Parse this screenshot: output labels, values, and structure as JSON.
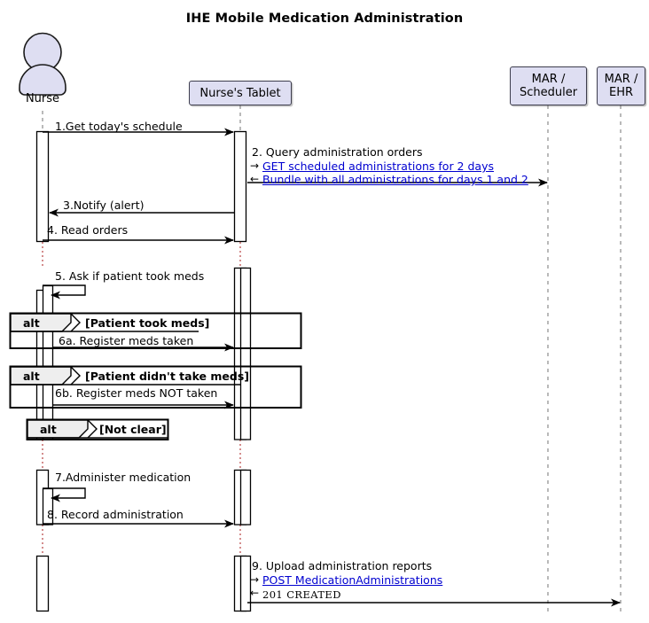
{
  "diagram": {
    "title": "IHE Mobile Medication Administration",
    "type": "uml-sequence-diagram",
    "colors": {
      "participant_fill": "#DEDEF2",
      "participant_border": "#3D3D4D",
      "link": "#0000D0",
      "line": "#000000",
      "alt_header_fill": "#EEEEEE",
      "background": "#FFFFFF"
    }
  },
  "participants": [
    {
      "id": "nurse",
      "label": "Nurse",
      "kind": "actor",
      "icon": "person-actor-icon"
    },
    {
      "id": "tablet",
      "label": "Nurse's Tablet",
      "kind": "participant"
    },
    {
      "id": "mar_scheduler",
      "label": "MAR /\nScheduler",
      "label_line1": "MAR /",
      "label_line2": "Scheduler",
      "kind": "participant"
    },
    {
      "id": "mar_ehr",
      "label": "MAR /\nEHR",
      "label_line1": "MAR /",
      "label_line2": "EHR",
      "kind": "participant"
    }
  ],
  "messages": [
    {
      "number": "1.",
      "label": "1.Get today's schedule",
      "from": "nurse",
      "to": "tablet",
      "arrow": "solid-filled"
    },
    {
      "number": "2.",
      "label": "2. Query administration orders",
      "from": "tablet",
      "to": "mar_scheduler",
      "arrow": "solid-filled",
      "notes": [
        {
          "direction": "right",
          "glyph": "→",
          "text": "GET scheduled administrations for 2 days",
          "link": true
        },
        {
          "direction": "left",
          "glyph": "←",
          "text": "Bundle with all administrations for days 1 and 2",
          "link": true
        }
      ]
    },
    {
      "number": "3.",
      "label": "3.Notify (alert)",
      "from": "tablet",
      "to": "nurse",
      "arrow": "solid-filled"
    },
    {
      "number": "4.",
      "label": "4. Read orders",
      "from": "nurse",
      "to": "tablet",
      "arrow": "solid-filled"
    },
    {
      "number": "5.",
      "label": "5. Ask if patient took meds",
      "from": "nurse",
      "to": "nurse",
      "arrow": "self-loop"
    },
    {
      "number": "6a.",
      "label": "6a. Register meds taken",
      "from": "nurse",
      "to": "tablet",
      "arrow": "solid-filled"
    },
    {
      "number": "6b.",
      "label": "6b. Register meds NOT taken",
      "from": "nurse",
      "to": "tablet",
      "arrow": "solid-filled"
    },
    {
      "number": "7.",
      "label": "7.Administer medication",
      "from": "nurse",
      "to": "nurse",
      "arrow": "self-loop"
    },
    {
      "number": "8.",
      "label": "8. Record administration",
      "from": "nurse",
      "to": "tablet",
      "arrow": "solid-filled"
    },
    {
      "number": "9.",
      "label": "9. Upload administration reports",
      "from": "tablet",
      "to": "mar_ehr",
      "arrow": "solid-filled",
      "notes": [
        {
          "direction": "right",
          "glyph": "→",
          "text": "POST MedicationAdministrations",
          "link": true
        },
        {
          "direction": "left",
          "glyph": "←",
          "text": "201  CREATED",
          "link": false,
          "mono": true
        }
      ]
    }
  ],
  "fragments": [
    {
      "keyword": "alt",
      "guard": "[Patient took meds]"
    },
    {
      "keyword": "alt",
      "guard": "[Patient didn't take meds]"
    },
    {
      "keyword": "alt",
      "guard": "[Not clear]"
    }
  ]
}
